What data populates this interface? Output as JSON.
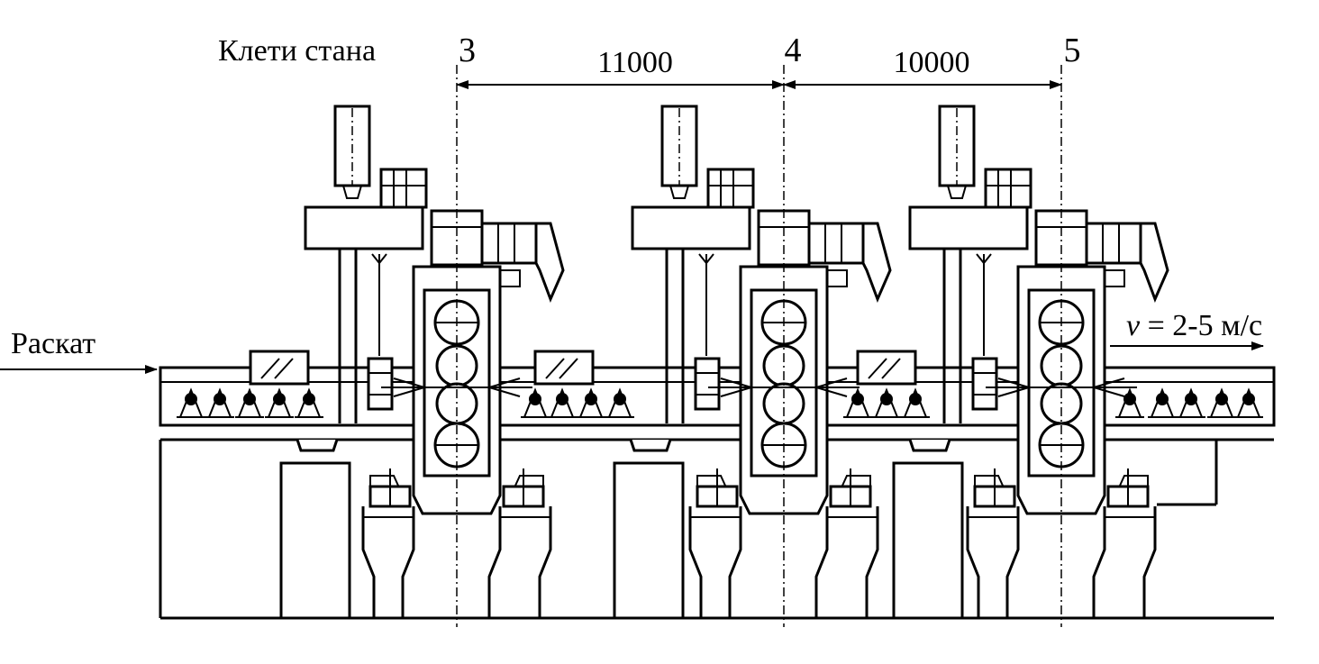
{
  "title": "Клети стана",
  "stands": [
    {
      "label": "3"
    },
    {
      "label": "4"
    },
    {
      "label": "5"
    }
  ],
  "dimensions": [
    {
      "label": "11000"
    },
    {
      "label": "10000"
    }
  ],
  "input_label": "Раскат",
  "speed": {
    "symbol": "v",
    "text": " = 2-5 м/с"
  }
}
